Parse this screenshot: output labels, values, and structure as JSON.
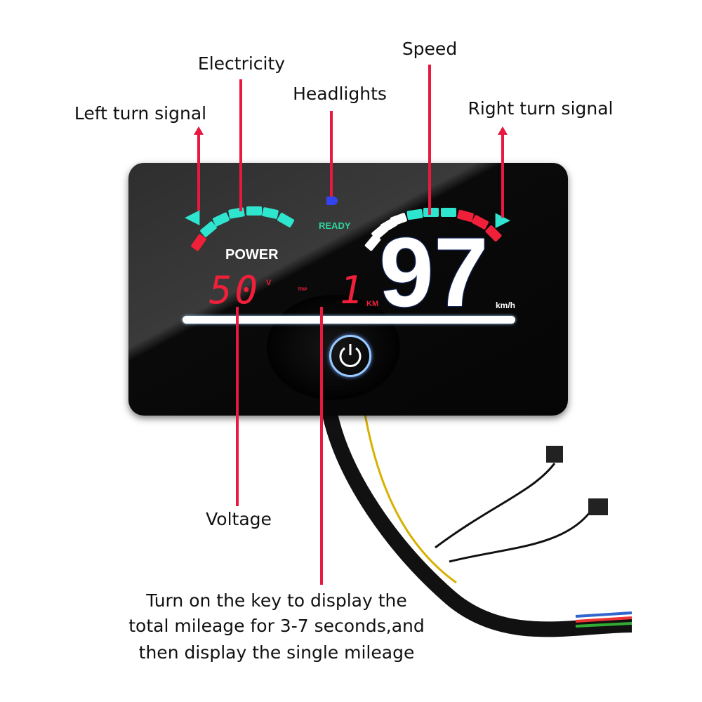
{
  "labels": {
    "left_turn": "Left turn signal",
    "electricity": "Electricity",
    "headlights": "Headlights",
    "speed": "Speed",
    "right_turn": "Right turn signal",
    "voltage": "Voltage",
    "mileage_lines": [
      "Turn on the key to display the",
      "total mileage for 3-7 seconds,and",
      "then display the single mileage"
    ]
  },
  "display": {
    "power_label": "POWER",
    "ready_label": "READY",
    "voltage_value": "50",
    "voltage_unit": "V",
    "trip_label": "TRIP",
    "mileage_value": "1",
    "mileage_unit": "KM",
    "speed_value": "97",
    "speed_unit": "km/h"
  },
  "colors": {
    "annotation": "#e8183f",
    "teal": "#2ee6d0",
    "red": "#f0203a",
    "headlight": "#3344ee"
  }
}
